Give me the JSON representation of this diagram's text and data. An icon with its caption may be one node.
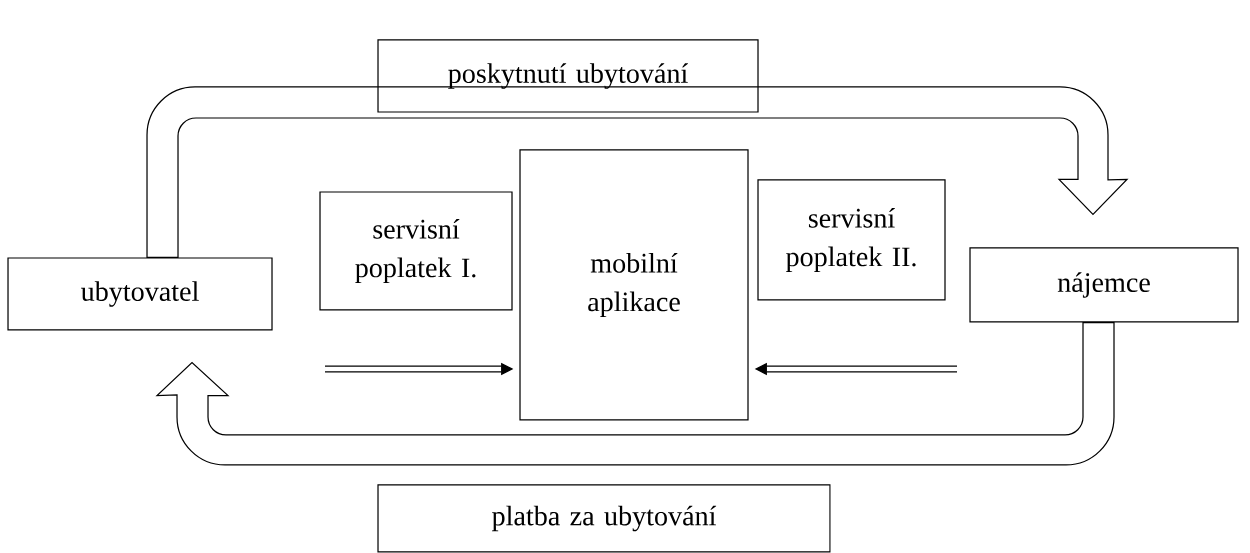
{
  "diagram": {
    "nodes": [
      {
        "text": [
          "poskytnutí ubytování"
        ]
      },
      {
        "text": [
          "ubytovatel"
        ]
      },
      {
        "text": [
          "servisní poplatek I."
        ]
      },
      {
        "text": [
          "mobilní aplikace"
        ]
      },
      {
        "text": [
          "servisní poplatek II."
        ]
      },
      {
        "text": [
          "nájemce"
        ]
      },
      {
        "text": [
          "platba za ubytování"
        ]
      }
    ],
    "edges": [
      {
        "from": 1,
        "to": 5,
        "arrow": "to"
      },
      {
        "from": 5,
        "to": 1,
        "arrow": "to"
      },
      {
        "from": null,
        "to": 3,
        "arrow": "to"
      },
      {
        "from": null,
        "to": 3,
        "arrow": "to"
      }
    ]
  }
}
